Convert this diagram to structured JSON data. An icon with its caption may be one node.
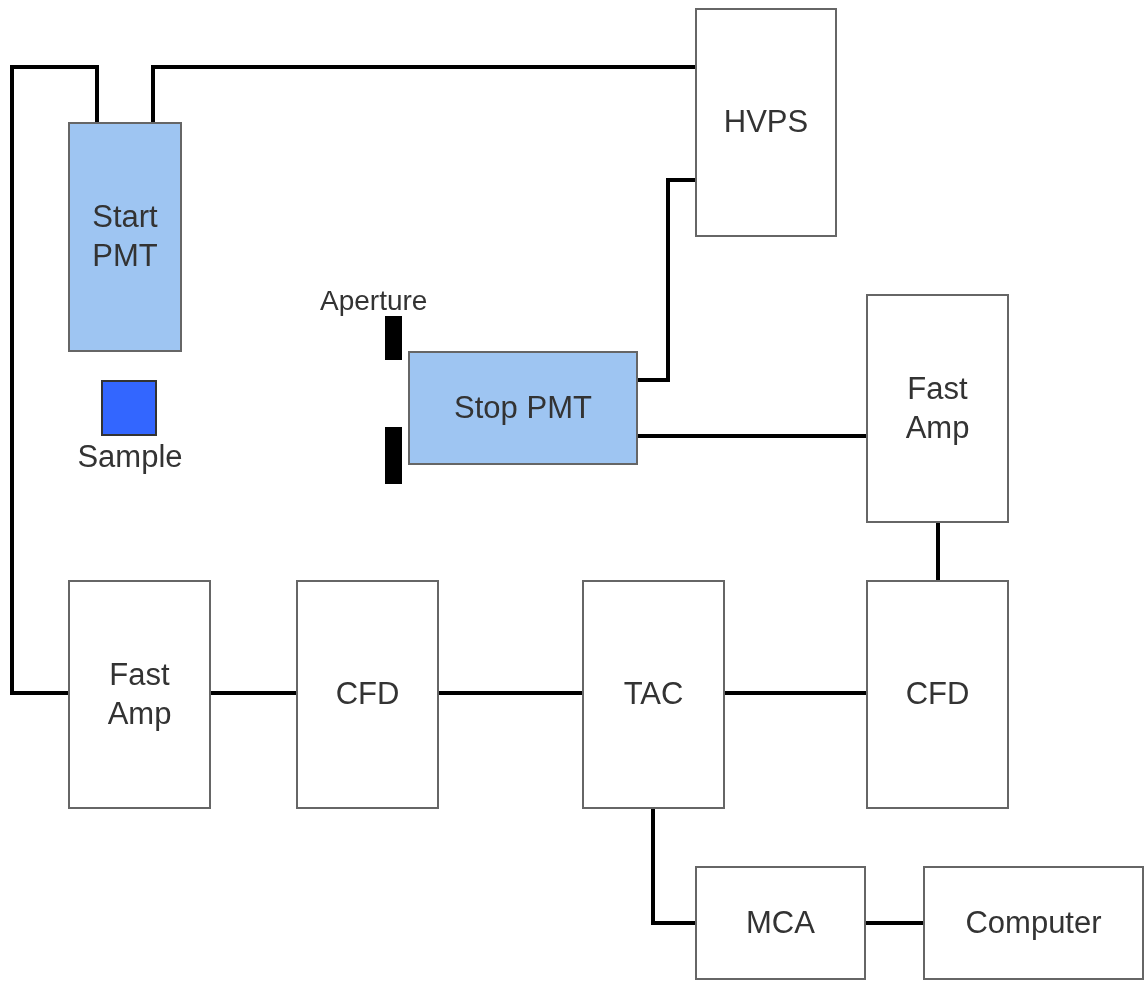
{
  "diagram": {
    "nodes": [
      {
        "text": [
          "Start PMT"
        ]
      },
      {
        "text": [
          "Sample"
        ]
      },
      {
        "text": [
          "HVPS"
        ]
      },
      {
        "text": [
          "Aperture"
        ]
      },
      {
        "text": [
          "Stop PMT"
        ]
      },
      {
        "text": [
          "Fast Amp"
        ]
      },
      {
        "text": [
          "Fast Amp"
        ]
      },
      {
        "text": [
          "CFD"
        ]
      },
      {
        "text": [
          "TAC"
        ]
      },
      {
        "text": [
          "CFD"
        ]
      },
      {
        "text": [
          "MCA"
        ]
      },
      {
        "text": [
          "Computer"
        ]
      }
    ],
    "edges": [
      {
        "from": 2,
        "to": 0,
        "arrow": "none"
      },
      {
        "from": 0,
        "to": 6,
        "arrow": "none"
      },
      {
        "from": 2,
        "to": 4,
        "arrow": "none"
      },
      {
        "from": 4,
        "to": 5,
        "arrow": "none"
      },
      {
        "from": 5,
        "to": 9,
        "arrow": "none"
      },
      {
        "from": 6,
        "to": 7,
        "arrow": "none"
      },
      {
        "from": 7,
        "to": 8,
        "arrow": "none"
      },
      {
        "from": 8,
        "to": 9,
        "arrow": "none"
      },
      {
        "from": 8,
        "to": 10,
        "arrow": "none"
      },
      {
        "from": 10,
        "to": 11,
        "arrow": "none"
      }
    ]
  }
}
